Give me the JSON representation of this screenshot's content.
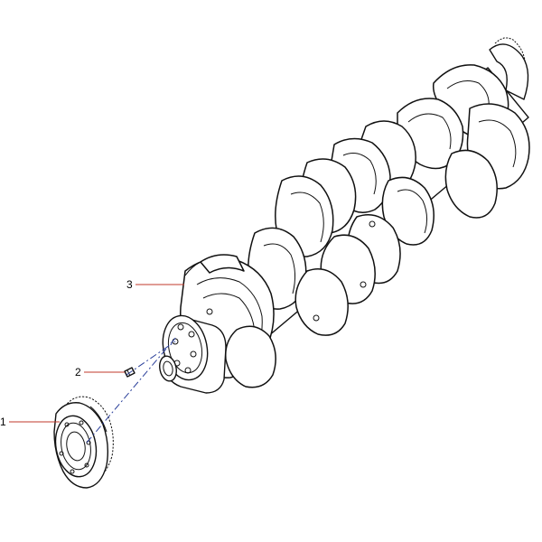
{
  "diagram": {
    "callouts": [
      {
        "id": "1",
        "label": "1",
        "part": "gear"
      },
      {
        "id": "2",
        "label": "2",
        "part": "dowel-pin"
      },
      {
        "id": "3",
        "label": "3",
        "part": "crankshaft"
      }
    ],
    "colors": {
      "leader_line": "#c0392b",
      "center_line": "#2a3f9a",
      "outline": "#111111",
      "background": "#ffffff"
    }
  }
}
